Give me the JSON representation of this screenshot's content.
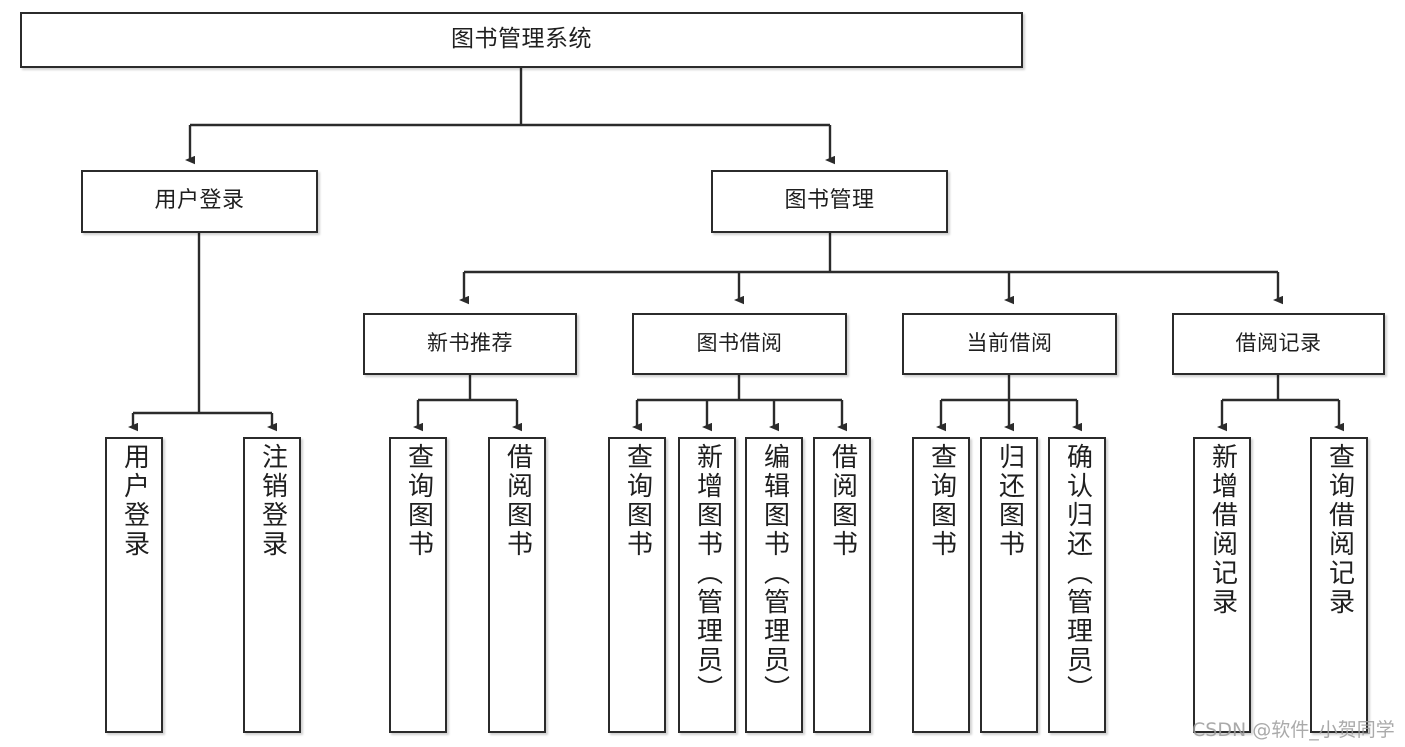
{
  "diagram": {
    "title": "图书管理系统",
    "type": "hierarchy-tree",
    "watermark": "CSDN @软件_小贺同学",
    "colors": {
      "stroke": "#2b2b2b",
      "fill": "#ffffff",
      "text": "#1f1f1f",
      "watermark": "#9c9c9c"
    },
    "nodes": {
      "root": {
        "label": "图书管理系统"
      },
      "level2": [
        {
          "id": "user-login",
          "label": "用户登录"
        },
        {
          "id": "book-manage",
          "label": "图书管理"
        }
      ],
      "level3": [
        {
          "id": "new-book-rec",
          "label": "新书推荐"
        },
        {
          "id": "book-borrow",
          "label": "图书借阅"
        },
        {
          "id": "current-borrow",
          "label": "当前借阅"
        },
        {
          "id": "borrow-record",
          "label": "借阅记录"
        }
      ],
      "leaves": {
        "user-login": [
          {
            "id": "leaf-user-login",
            "label": "用户登录"
          },
          {
            "id": "leaf-logout",
            "label": "注销登录"
          }
        ],
        "new-book-rec": [
          {
            "id": "leaf-query-book-1",
            "label": "查询图书"
          },
          {
            "id": "leaf-borrow-book-1",
            "label": "借阅图书"
          }
        ],
        "book-borrow": [
          {
            "id": "leaf-query-book-2",
            "label": "查询图书"
          },
          {
            "id": "leaf-add-book",
            "label": "新增图书（管理员）"
          },
          {
            "id": "leaf-edit-book",
            "label": "编辑图书（管理员）"
          },
          {
            "id": "leaf-borrow-book-2",
            "label": "借阅图书"
          }
        ],
        "current-borrow": [
          {
            "id": "leaf-query-book-3",
            "label": "查询图书"
          },
          {
            "id": "leaf-return-book",
            "label": "归还图书"
          },
          {
            "id": "leaf-confirm-return",
            "label": "确认归还（管理员）"
          }
        ],
        "borrow-record": [
          {
            "id": "leaf-add-record",
            "label": "新增借阅记录"
          },
          {
            "id": "leaf-query-record",
            "label": "查询借阅记录"
          }
        ]
      }
    }
  }
}
